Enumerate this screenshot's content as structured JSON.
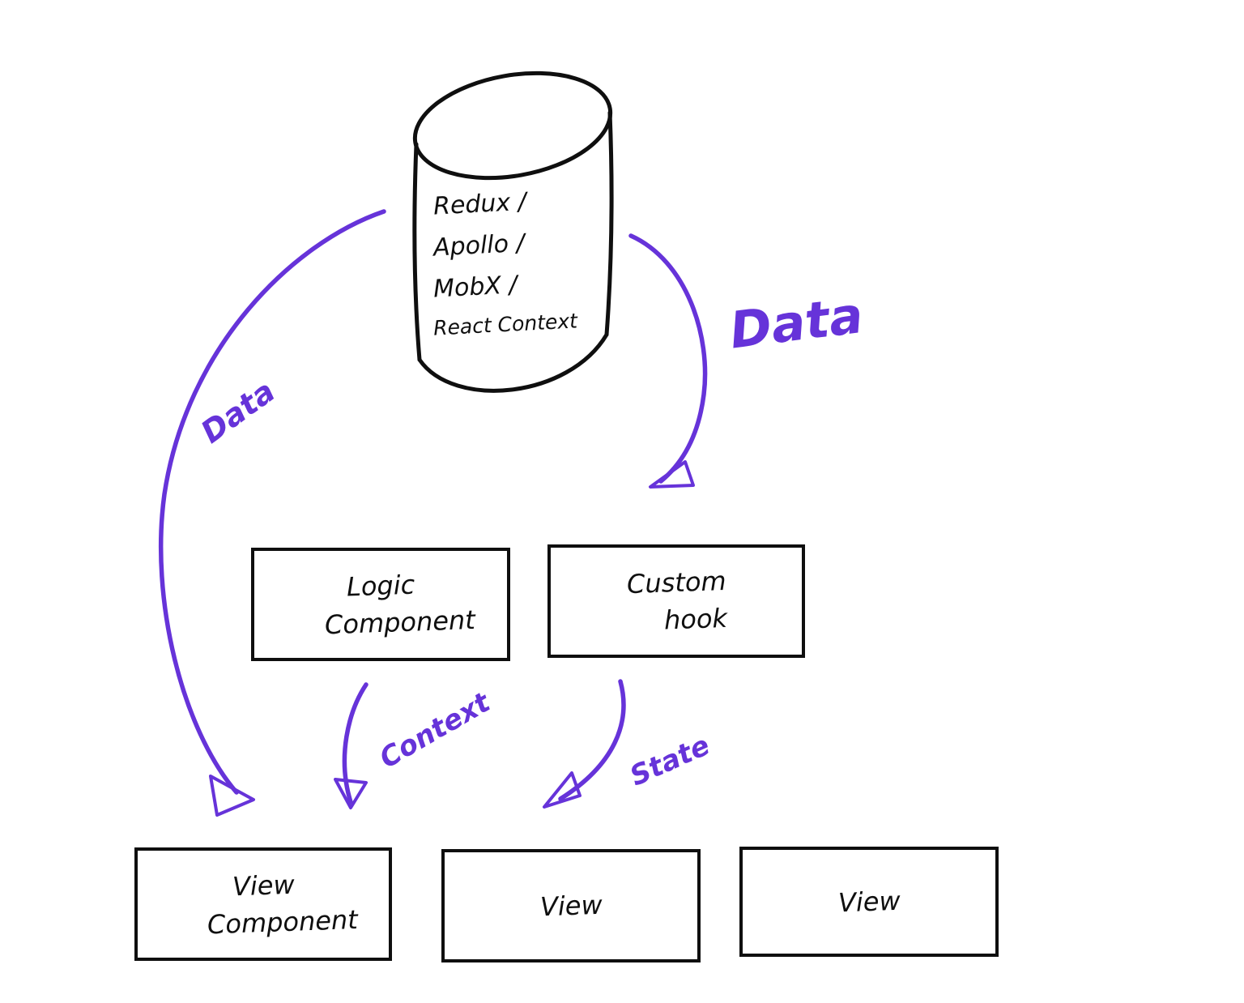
{
  "colors": {
    "ink": "#0f0f0f",
    "accent": "#6633d9",
    "bg": "#ffffff"
  },
  "store": {
    "lines": [
      "Redux /",
      "Apollo /",
      "MobX /",
      "React Context"
    ]
  },
  "boxes": {
    "logic_component": {
      "line1": "Logic",
      "line2": "Component"
    },
    "custom_hook": {
      "line1": "Custom",
      "line2": "hook"
    },
    "view_component": {
      "line1": "View",
      "line2": "Component"
    },
    "view_middle": {
      "line1": "View"
    },
    "view_right": {
      "line1": "View"
    }
  },
  "arrow_labels": {
    "data_left": "Data",
    "data_right": "Data",
    "context": "Context",
    "state": "State"
  }
}
